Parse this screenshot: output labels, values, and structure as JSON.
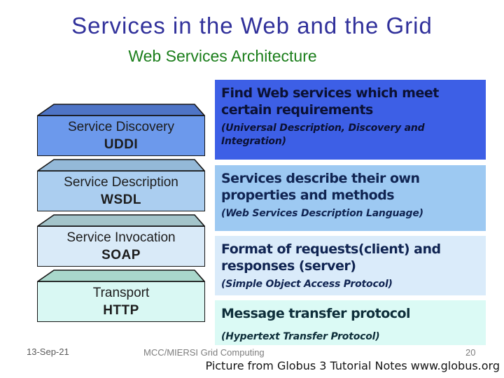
{
  "slide": {
    "title": "Services in the Web and the Grid",
    "title_color": "#31319B",
    "subtitle": "Web Services Architecture",
    "subtitle_color": "#1B7E1B",
    "stack": {
      "layers": [
        {
          "name": "Service Discovery",
          "protocol": "UDDI",
          "front_color": "#6C99EC",
          "top_color": "#4E74C6"
        },
        {
          "name": "Service Description",
          "protocol": "WSDL",
          "front_color": "#ABCEF0",
          "top_color": "#94B9D8"
        },
        {
          "name": "Service Invocation",
          "protocol": "SOAP",
          "front_color": "#D9EAF8",
          "top_color": "#A3C4CA"
        },
        {
          "name": "Transport",
          "protocol": "HTTP",
          "front_color": "#D9F8F3",
          "top_color": "#A9D7CB"
        }
      ]
    },
    "notes": [
      {
        "heading": "Find Web services which meet certain requirements",
        "detail": "(Universal Description, Discovery and Integration)",
        "bg_color": "#3D5FE6",
        "text_color": "#0B1134"
      },
      {
        "heading": "Services describe their own properties and methods",
        "detail": "(Web Services Description Language)",
        "bg_color": "#9DC9F2",
        "text_color": "#102452"
      },
      {
        "heading": "Format of requests(client) and responses (server)",
        "detail": "(Simple Object Access Protocol)",
        "bg_color": "#DAEBFA",
        "text_color": "#102452"
      },
      {
        "heading": "Message transfer protocol",
        "detail": "(Hypertext Transfer Protocol)",
        "bg_color": "#DBFAF5",
        "text_color": "#0E2E3A"
      }
    ],
    "footer": {
      "date": "13-Sep-21",
      "course": "MCC/MIERSI Grid Computing",
      "page_number": "20"
    },
    "caption": "Picture from Globus 3 Tutorial Notes www.globus.org"
  }
}
